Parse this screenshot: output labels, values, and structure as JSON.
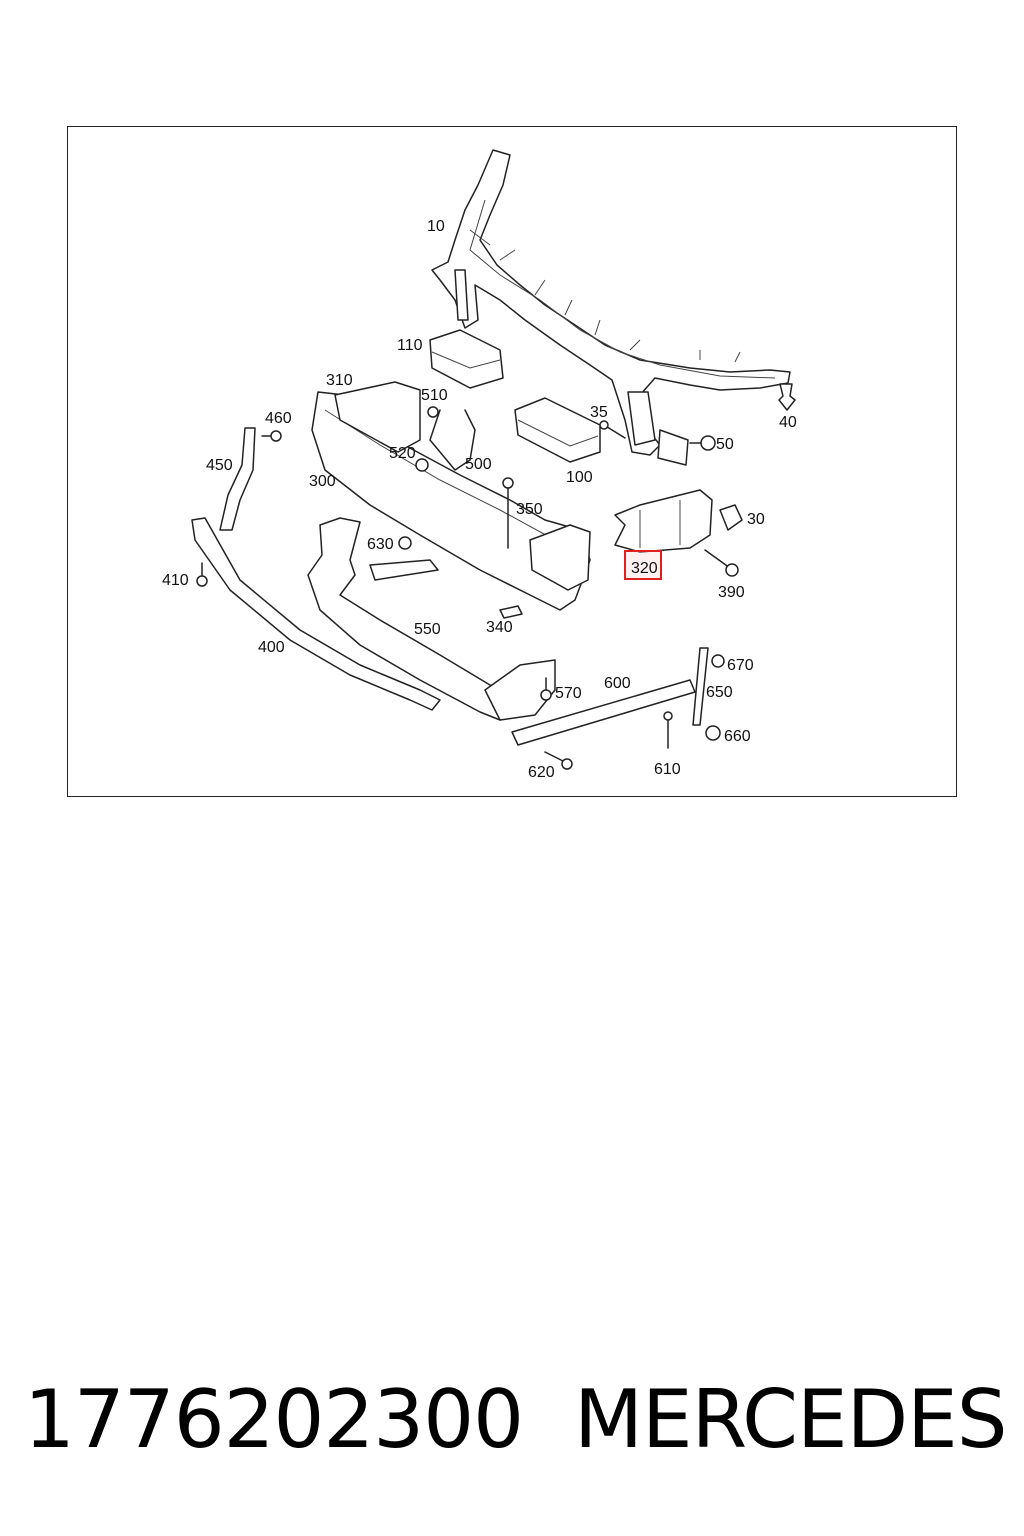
{
  "diagram": {
    "callouts": [
      {
        "id": "10",
        "label": "10"
      },
      {
        "id": "110",
        "label": "110"
      },
      {
        "id": "310",
        "label": "310"
      },
      {
        "id": "510",
        "label": "510"
      },
      {
        "id": "35",
        "label": "35"
      },
      {
        "id": "40",
        "label": "40"
      },
      {
        "id": "460",
        "label": "460"
      },
      {
        "id": "520",
        "label": "520"
      },
      {
        "id": "500",
        "label": "500"
      },
      {
        "id": "50",
        "label": "50"
      },
      {
        "id": "450",
        "label": "450"
      },
      {
        "id": "100",
        "label": "100"
      },
      {
        "id": "300",
        "label": "300"
      },
      {
        "id": "350",
        "label": "350"
      },
      {
        "id": "30",
        "label": "30"
      },
      {
        "id": "630",
        "label": "630"
      },
      {
        "id": "320",
        "label": "320"
      },
      {
        "id": "410",
        "label": "410"
      },
      {
        "id": "390",
        "label": "390"
      },
      {
        "id": "550",
        "label": "550"
      },
      {
        "id": "340",
        "label": "340"
      },
      {
        "id": "400",
        "label": "400"
      },
      {
        "id": "670",
        "label": "670"
      },
      {
        "id": "600",
        "label": "600"
      },
      {
        "id": "570",
        "label": "570"
      },
      {
        "id": "650",
        "label": "650"
      },
      {
        "id": "660",
        "label": "660"
      },
      {
        "id": "620",
        "label": "620"
      },
      {
        "id": "610",
        "label": "610"
      }
    ],
    "highlighted_callout": "320",
    "highlight_color": "#e02020"
  },
  "caption": {
    "part_number": "1776202300",
    "brand": "MERCEDES"
  }
}
